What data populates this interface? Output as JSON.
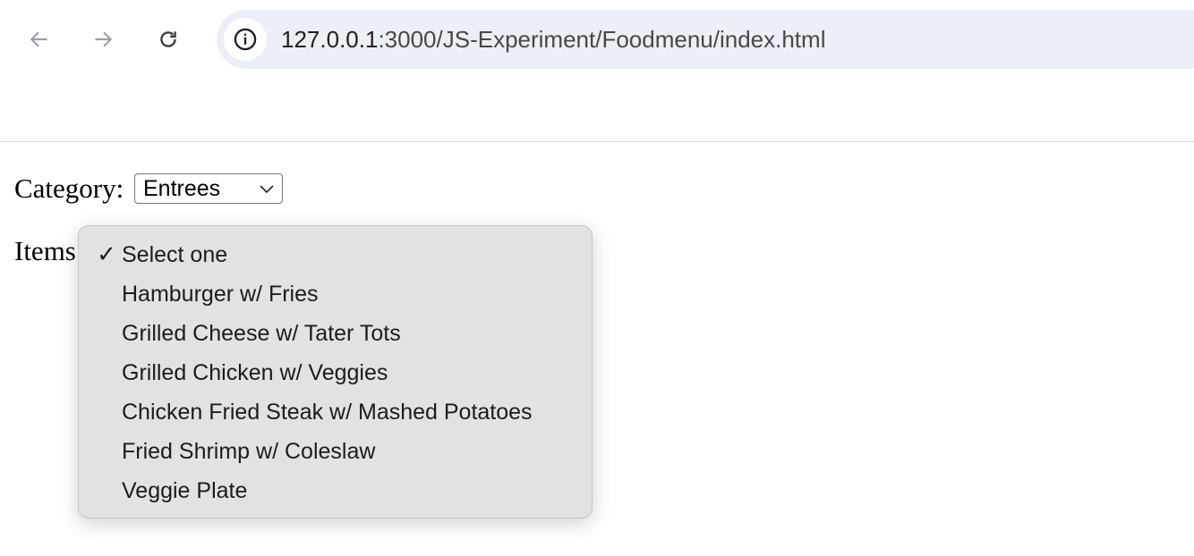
{
  "browser": {
    "url_host": "127.0.0.1",
    "url_path": ":3000/JS-Experiment/Foodmenu/index.html",
    "icons": {
      "back": "back-arrow-icon",
      "forward": "forward-arrow-icon",
      "reload": "reload-icon",
      "site_info": "site-info-icon"
    }
  },
  "form": {
    "category_label": "Category:",
    "category_selected": "Entrees",
    "items_label": "Items"
  },
  "dropdown": {
    "check_mark": "✓",
    "options": [
      "Select one",
      "Hamburger w/ Fries",
      "Grilled Cheese w/ Tater Tots",
      "Grilled Chicken w/ Veggies",
      "Chicken Fried Steak w/ Mashed Potatoes",
      "Fried Shrimp w/ Coleslaw",
      "Veggie Plate"
    ],
    "selected_index": 0
  }
}
